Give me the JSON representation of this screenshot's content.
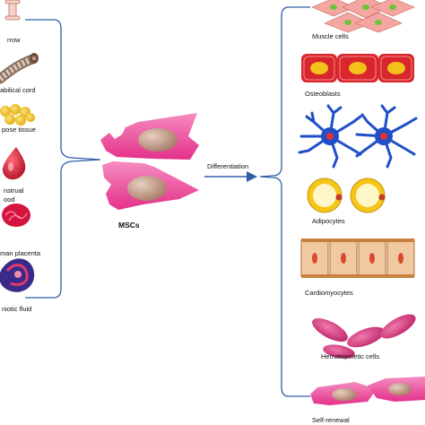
{
  "sources": {
    "items": [
      {
        "label": "rrow",
        "icon": "bone-marrow-icon"
      },
      {
        "label": "abilical cord",
        "icon": "umbilical-cord-icon"
      },
      {
        "label": "pose tissue",
        "icon": "adipose-tissue-icon"
      },
      {
        "label_line1": "nstrual",
        "label_line2": "ood",
        "icon": "menstrual-blood-drop-icon"
      },
      {
        "label": "man placenta",
        "icon": "placenta-icon"
      },
      {
        "label": "niotic fluid",
        "icon": "amniotic-fluid-icon"
      }
    ]
  },
  "center": {
    "cell_label": "MSCs",
    "arrow_label": "Differentiation"
  },
  "targets": {
    "items": [
      {
        "label": "Muscle cells",
        "icon": "muscle-cells-icon"
      },
      {
        "label": "Osteoblasts",
        "icon": "osteoblasts-icon"
      },
      {
        "label": "",
        "icon": "neural-cells-icon"
      },
      {
        "label": "Adipocytes",
        "icon": "adipocytes-icon"
      },
      {
        "label": "Cardiomyocytes",
        "icon": "cardiomyocytes-icon"
      },
      {
        "label": "Hematopoietic cells",
        "icon": "hematopoietic-cells-icon"
      },
      {
        "label": "Self-renewal",
        "icon": "self-renewal-icon"
      }
    ]
  },
  "colors": {
    "bracket_line": "#2f5fa8",
    "msc_body": "#ee5fa0",
    "nucleus": "#c9a08a",
    "muscle_cell": "#f3a7a0",
    "osteoblast": "#d9262d",
    "nucleus_yellow": "#f2c21a",
    "neural_cell": "#1f4fc8",
    "adipocyte": "#f5c518",
    "cardiomyocyte": "#f0c9a0",
    "hematopoietic": "#d6337c"
  }
}
